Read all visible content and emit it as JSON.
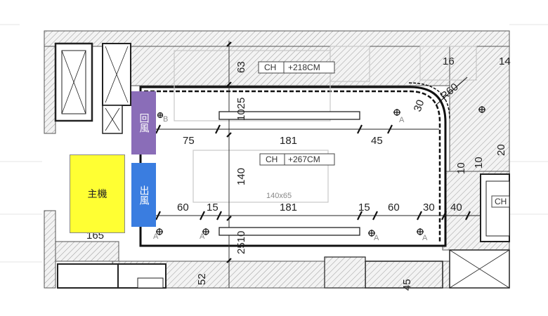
{
  "ceiling_tags": [
    {
      "key": "CH",
      "value": "+218CM"
    },
    {
      "key": "CH",
      "value": "+267CM"
    },
    {
      "key": "CH",
      "value": ""
    }
  ],
  "dimensions": {
    "top_63": "63",
    "top_1025": "1025",
    "d_75": "75",
    "d_181_top": "181",
    "d_45": "45",
    "d_30_diag": "30",
    "r_60": "R60",
    "d_16": "16",
    "d_14": "14",
    "v_140": "140",
    "d_60_left": "60",
    "d_15_left": "15",
    "d_181_bottom": "181",
    "d_15_right": "15",
    "d_60_right": "60",
    "d_30_right": "30",
    "d_40": "40",
    "v_10": "10",
    "v_10b": "10",
    "v_20": "20",
    "v_2510": "2510",
    "d_165": "165",
    "v_52": "52",
    "v_45": "45",
    "room_size": "140x65"
  },
  "units": {
    "return_air": "回風",
    "supply_air": "出風",
    "main_unit": "主機"
  },
  "markers": {
    "b": "B",
    "a": "A"
  },
  "colors": {
    "return_air": "#8a6db8",
    "supply_air": "#3a7de0",
    "main_unit": "#ffff33"
  }
}
